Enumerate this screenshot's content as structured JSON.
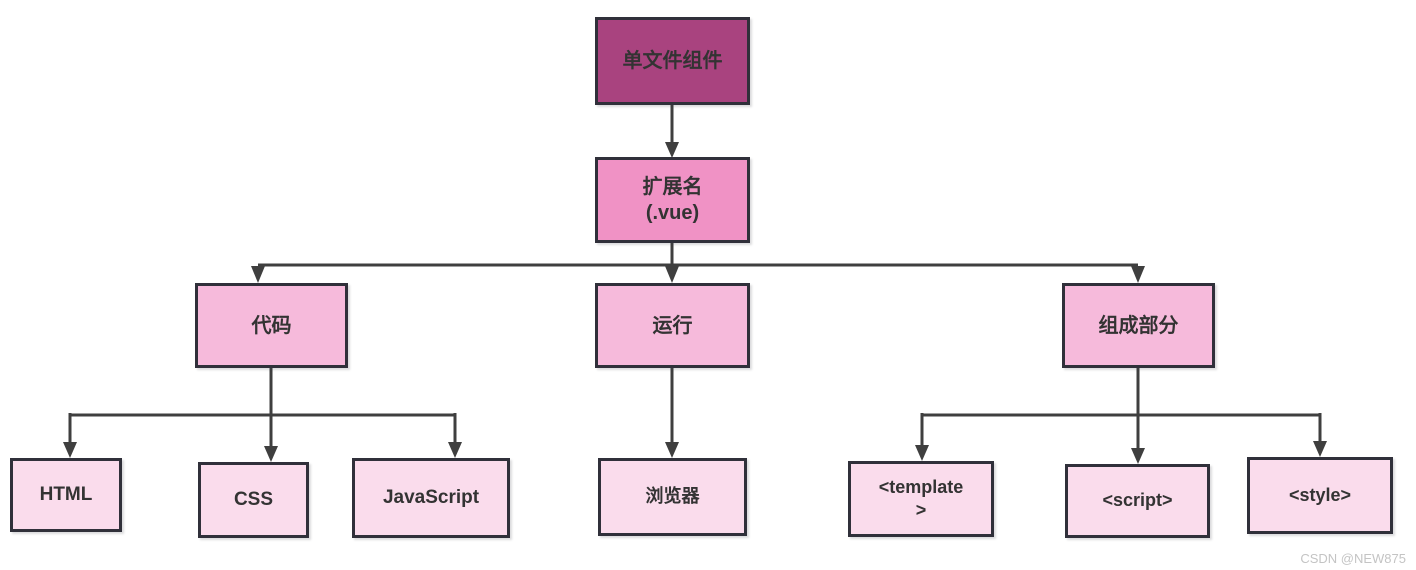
{
  "colors": {
    "lvl1": "#a9437f",
    "lvl2": "#f092c5",
    "lvl3": "#f6badb",
    "lvl4": "#fadcec",
    "border": "#30303a",
    "line": "#3f3f3f",
    "text": "#333333",
    "wm": "#c4c4c4"
  },
  "nodes": {
    "root": {
      "lines": [
        "单文件组件"
      ]
    },
    "ext": {
      "lines": [
        "扩展名",
        "(.vue)"
      ]
    },
    "code": {
      "lines": [
        "代码"
      ]
    },
    "run": {
      "lines": [
        "运行"
      ]
    },
    "parts": {
      "lines": [
        "组成部分"
      ]
    },
    "html": {
      "lines": [
        "HTML"
      ]
    },
    "css": {
      "lines": [
        "CSS"
      ]
    },
    "js": {
      "lines": [
        "JavaScript"
      ]
    },
    "browser": {
      "lines": [
        "浏览器"
      ]
    },
    "template": {
      "lines": [
        "<template",
        ">"
      ]
    },
    "script": {
      "lines": [
        "<script>"
      ]
    },
    "style": {
      "lines": [
        "<style>"
      ]
    }
  },
  "watermark": "CSDN @NEW875"
}
